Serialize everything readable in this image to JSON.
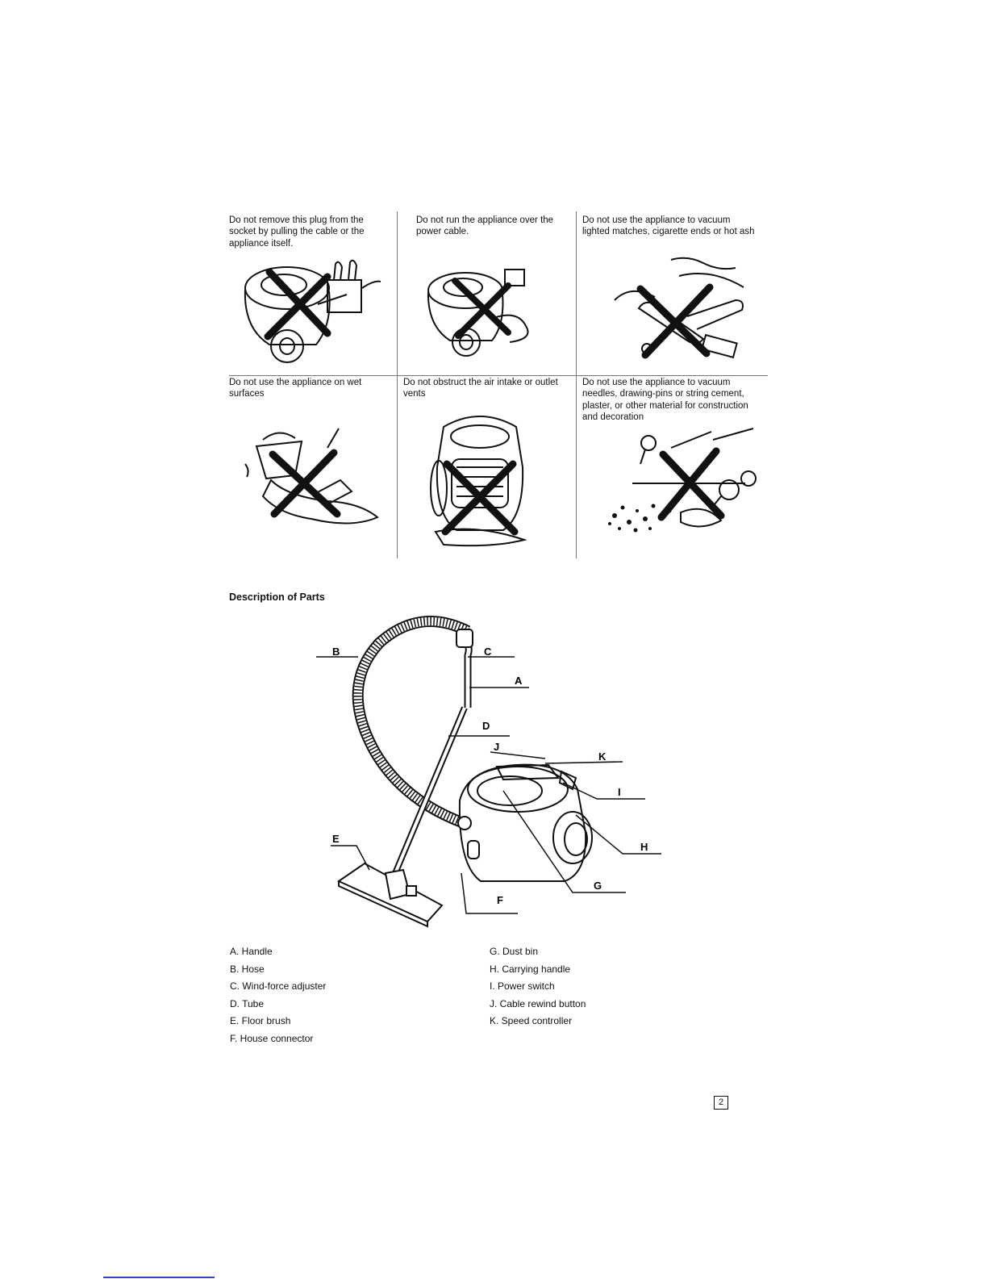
{
  "warnings": [
    {
      "text": "Do not remove this plug from the socket by pulling the cable or the appliance itself.",
      "illustration": "vacuum-unplug-icon"
    },
    {
      "text": "Do not run the appliance over the power cable.",
      "illustration": "vacuum-over-cable-icon"
    },
    {
      "text": "Do not use the appliance to vacuum lighted matches, cigarette ends or hot ash",
      "illustration": "cigarette-icon"
    },
    {
      "text": "Do not use the appliance on wet surfaces",
      "illustration": "wet-surface-icon"
    },
    {
      "text": "Do not obstruct the air intake or outlet vents",
      "illustration": "blocked-vent-icon"
    },
    {
      "text": "Do not use the appliance to vacuum needles, drawing-pins or string cement, plaster, or other material for construction and decoration",
      "illustration": "pins-debris-icon"
    }
  ],
  "section_title": "Description of Parts",
  "callouts": {
    "a": "A",
    "b": "B",
    "c": "C",
    "d": "D",
    "e": "E",
    "f": "F",
    "g": "G",
    "h": "H",
    "i": "I",
    "j": "J",
    "k": "K"
  },
  "parts_left": [
    "A. Handle",
    "B. Hose",
    "C. Wind-force adjuster",
    "D. Tube",
    "E. Floor brush",
    "F. House connector"
  ],
  "parts_right": [
    "G. Dust bin",
    "H. Carrying handle",
    "I. Power switch",
    "J. Cable rewind button",
    "K. Speed controller"
  ],
  "page_number": "2",
  "colors": {
    "ink": "#111111",
    "rule": "#777777",
    "link_rule": "#3344cc"
  }
}
